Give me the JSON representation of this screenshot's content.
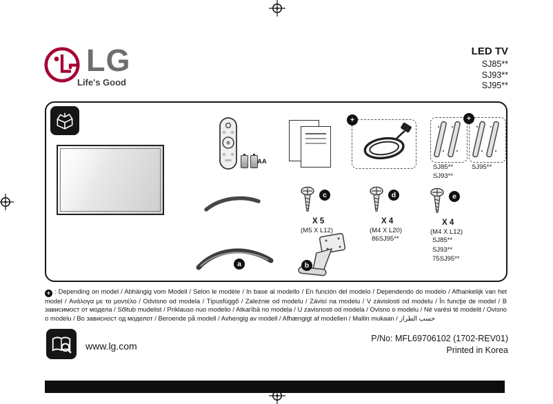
{
  "colors": {
    "brand": "#a50034",
    "ink": "#111111"
  },
  "icons": {
    "plus": "+"
  },
  "header": {
    "logo_text": "LG",
    "tagline": "Life's Good",
    "product_type": "LED TV",
    "models": [
      "SJ85**",
      "SJ93**",
      "SJ95**"
    ]
  },
  "box": {
    "battery_label": "AA",
    "bracket_groups": [
      {
        "models": [
          "SJ85**",
          "SJ93**"
        ]
      },
      {
        "models": [
          "SJ95**"
        ]
      }
    ],
    "screws": [
      {
        "id": "c",
        "qty": "X 5",
        "spec": "(M5 X L12)"
      },
      {
        "id": "d",
        "qty": "X 4",
        "spec": "(M4 X L20)",
        "models": [
          "86SJ95**"
        ]
      },
      {
        "id": "e",
        "qty": "X 4",
        "spec": "(M4 X L12)",
        "models": [
          "SJ85**",
          "SJ93**",
          "75SJ95**"
        ]
      }
    ],
    "stand_labels": [
      "a",
      "b"
    ]
  },
  "footnote": {
    "text": ": Depending on model / Abhängig vom Modell / Selon le modèle / In base al modello / En función del modelo / Dependendo do modelo / Afhankelijk van het model / Ανάλογα με το μοντέλο / Odvisno od modela / Típusfüggő / Zależnie od modelu / Závisí na modelu / V závislosti od modelu / În funcţie de model / В зависимост от модела / Sõltub mudelist / Priklauso nuo modelio / Atkarībā no modeļa / U zavisnosti od modela / Ovisno o modelu / Në varësi të modelit / Ovisno o modelu / Во зависност од моделот / Beroende på modell / Avhengig av modell / Afhængigt af modellen / Mallin mukaan / حسب الطراز"
  },
  "footer": {
    "website": "www.lg.com",
    "part_no": "P/No: MFL69706102 (1702-REV01)",
    "printed_in": "Printed in Korea"
  }
}
